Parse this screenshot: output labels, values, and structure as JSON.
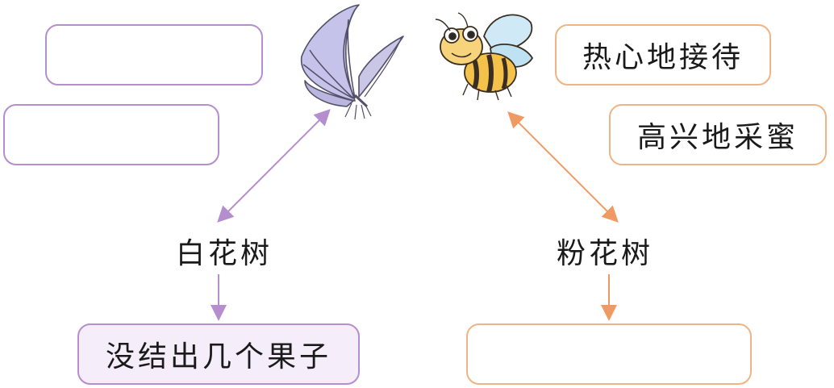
{
  "left_column": {
    "box_1_text": "",
    "box_2_text": "",
    "tree_label": "白花树",
    "result_text": "没结出几个果子"
  },
  "right_column": {
    "box_1_text": "热心地接待",
    "box_2_text": "高兴地采蜜",
    "tree_label": "粉花树",
    "result_text": ""
  },
  "icons": {
    "left_creature": "butterfly-icon",
    "right_creature": "bee-icon"
  },
  "colors": {
    "purple_border": "#b48ecf",
    "purple_fill": "#f5eefa",
    "purple_arrow": "#b48ecf",
    "orange_border": "#efb485",
    "orange_arrow": "#ef9a62"
  }
}
